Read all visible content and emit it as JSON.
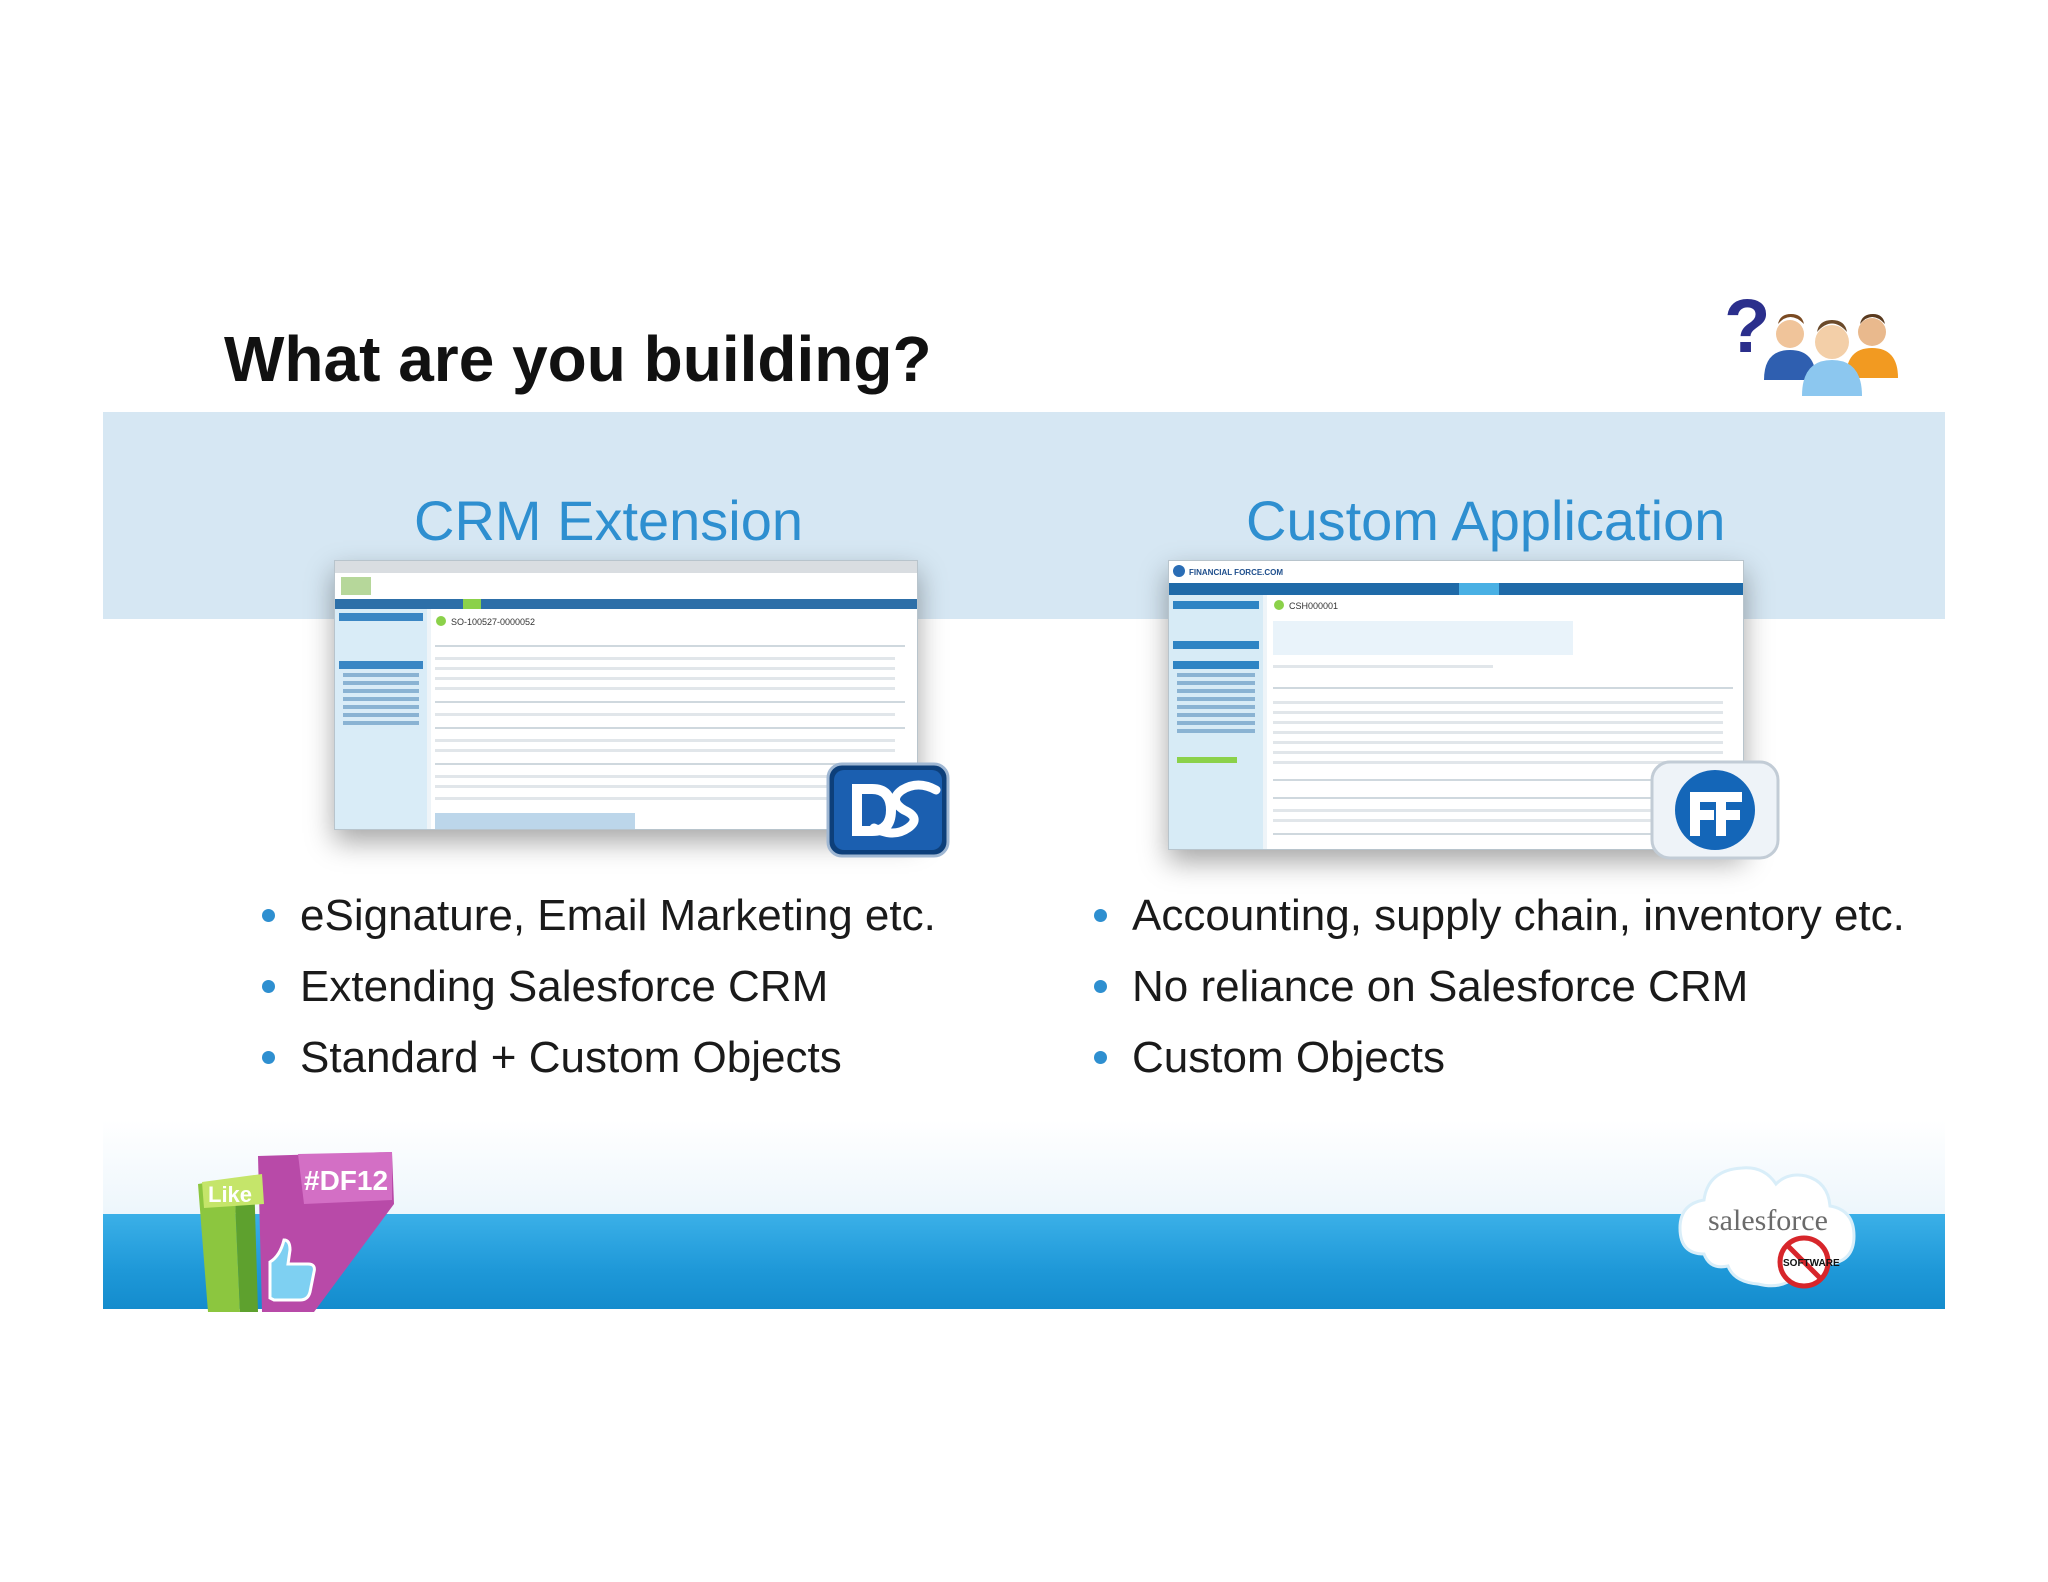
{
  "slide": {
    "title": "What are you building?"
  },
  "columns": [
    {
      "heading": "CRM Extension",
      "screenshot_icon": "docusign-ds-badge-icon",
      "screenshot_record": "SO-100527-0000052",
      "bullets": [
        "eSignature, Email Marketing etc.",
        "Extending Salesforce CRM",
        "Standard + Custom Objects"
      ]
    },
    {
      "heading": "Custom Application",
      "screenshot_icon": "financialforce-ff-badge-icon",
      "screenshot_brand": "FINANCIAL FORCE.COM",
      "screenshot_record": "CSH000001",
      "bullets": [
        "Accounting, supply chain, inventory etc.",
        "No reliance on Salesforce CRM",
        "Custom Objects"
      ]
    }
  ],
  "footer": {
    "event_badge": "#DF12",
    "like_badge": "Like",
    "brand": "salesforce",
    "stamp": "SOFTWARE"
  },
  "colors": {
    "accent": "#2e8fd0",
    "top_band": "#d6e7f3",
    "bottom_band": "#1e98d8",
    "title": "#111111"
  }
}
